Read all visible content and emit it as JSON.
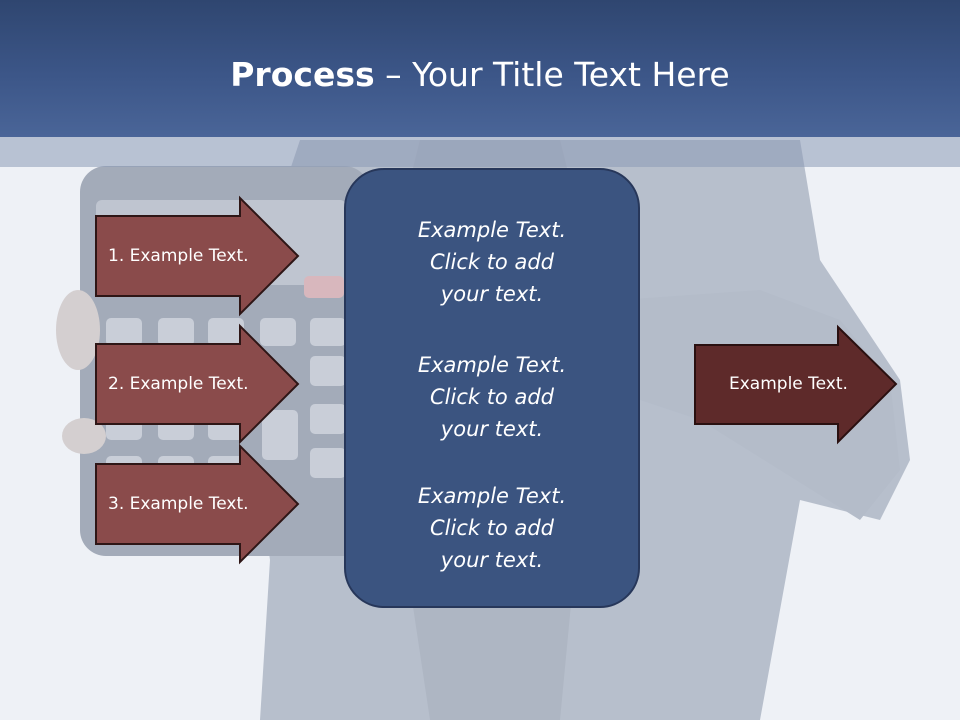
{
  "slide": {
    "title_bold": "Process",
    "title_rest": " – Your Title Text Here"
  },
  "center_box": {
    "items": [
      "Example Text.\nClick  to add\nyour text.",
      "Example Text.\nClick  to add\nyour text.",
      "Example Text.\nClick  to add\nyour text."
    ]
  },
  "left_arrows": [
    {
      "label": "1. Example Text."
    },
    {
      "label": "2. Example Text."
    },
    {
      "label": "3. Example Text."
    }
  ],
  "right_arrow": {
    "label": "Example Text."
  },
  "colors": {
    "title_bar": "#3c5688",
    "center_box": "#3b5480",
    "left_arrow_fill": "#8a4b4b",
    "right_arrow_fill": "#5e2a2a"
  }
}
